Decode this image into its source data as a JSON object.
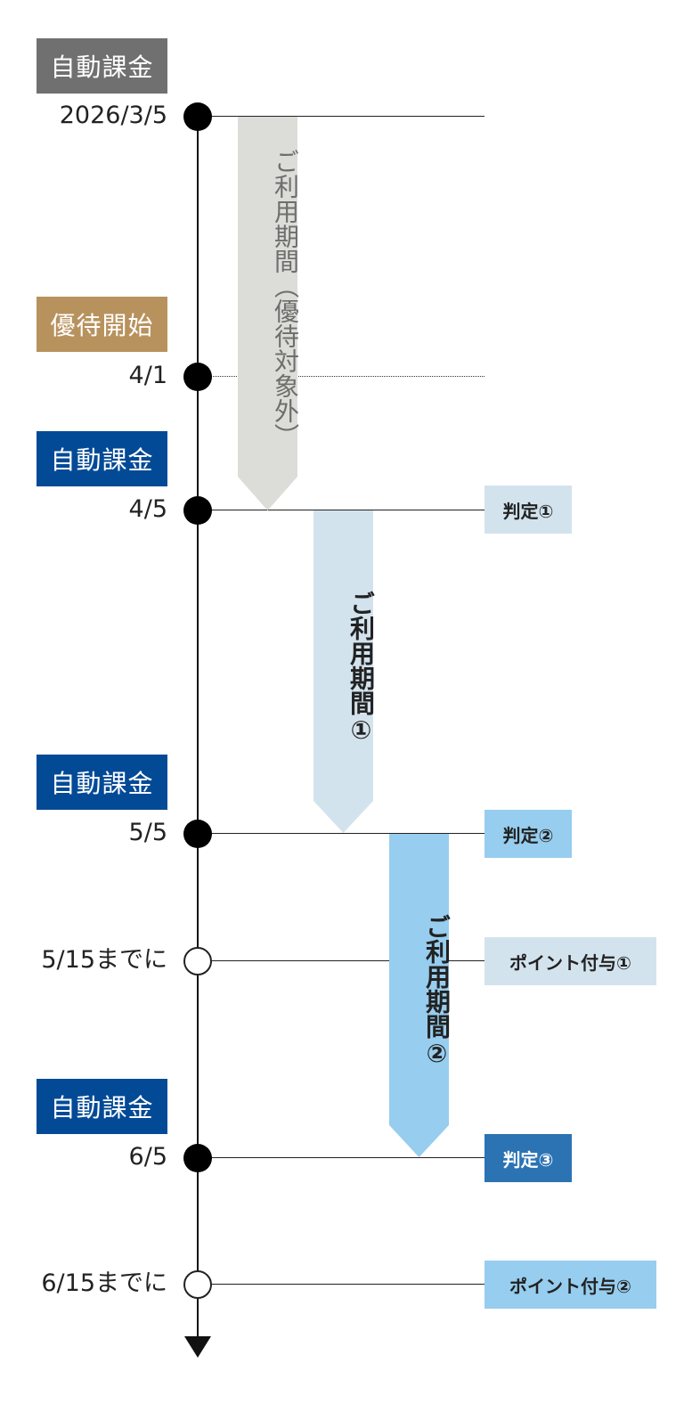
{
  "colors": {
    "axis": "#111111",
    "badge_gray": "#707070",
    "badge_gold": "#b8925d",
    "badge_navy": "#034a96",
    "band_gray": "#dcdcd8",
    "band_light_blue": "#d3e3ee",
    "band_blue": "#97cdee",
    "tag_light_blue": "#d3e3ee",
    "tag_blue": "#97cdee",
    "tag_dark_blue": "#2c73b4"
  },
  "badges": [
    {
      "id": "auto-charge-1",
      "label": "自動課金",
      "color": "#707070"
    },
    {
      "id": "benefit-start",
      "label": "優待開始",
      "color": "#b8925d"
    },
    {
      "id": "auto-charge-2",
      "label": "自動課金",
      "color": "#034a96"
    },
    {
      "id": "auto-charge-3",
      "label": "自動課金",
      "color": "#034a96"
    },
    {
      "id": "auto-charge-4",
      "label": "自動課金",
      "color": "#034a96"
    }
  ],
  "dates": [
    {
      "id": "d1",
      "label": "2026/3/5",
      "node": "filled"
    },
    {
      "id": "d2",
      "label": "4/1",
      "node": "filled"
    },
    {
      "id": "d3",
      "label": "4/5",
      "node": "filled"
    },
    {
      "id": "d4",
      "label": "5/5",
      "node": "filled"
    },
    {
      "id": "d5",
      "label": "5/15までに",
      "node": "hollow"
    },
    {
      "id": "d6",
      "label": "6/5",
      "node": "filled"
    },
    {
      "id": "d7",
      "label": "6/15までに",
      "node": "hollow"
    }
  ],
  "tags": [
    {
      "id": "judge-1",
      "label": "判定①"
    },
    {
      "id": "judge-2",
      "label": "判定②"
    },
    {
      "id": "points-1",
      "label": "ポイント付与①"
    },
    {
      "id": "judge-3",
      "label": "判定③"
    },
    {
      "id": "points-2",
      "label": "ポイント付与②"
    }
  ],
  "bands": [
    {
      "id": "usage-period-0",
      "label": "ご利用期間（優待対象外）"
    },
    {
      "id": "usage-period-1",
      "label": "ご利用期間①"
    },
    {
      "id": "usage-period-2",
      "label": "ご利用期間②"
    }
  ]
}
